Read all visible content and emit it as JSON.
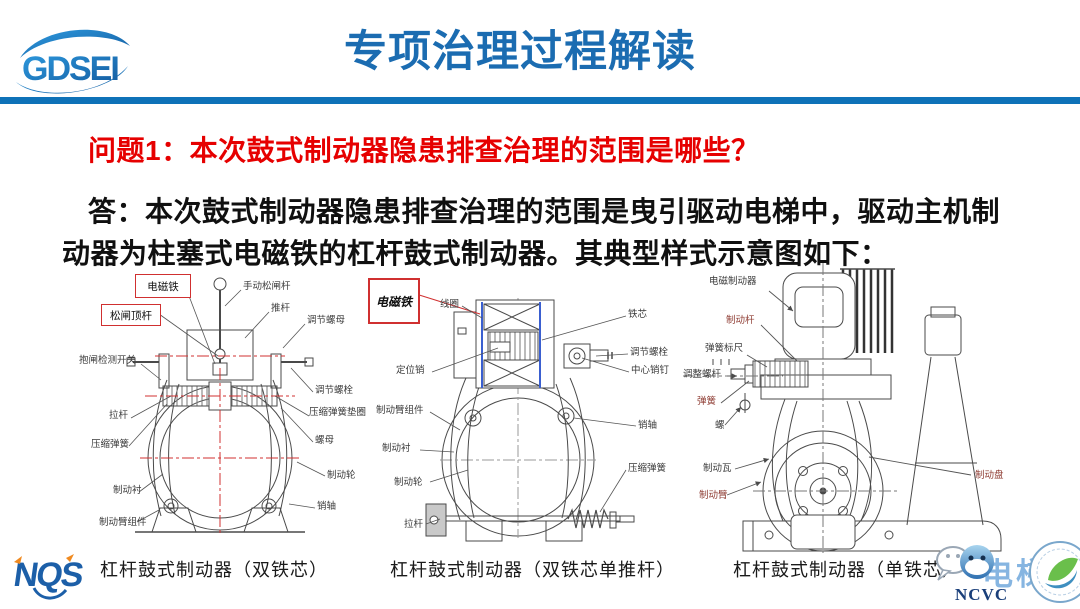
{
  "header": {
    "logo": "GDSEI",
    "title": "专项治理过程解读"
  },
  "question": "问题1：本次鼓式制动器隐患排查治理的范围是哪些？",
  "answer": {
    "line1": "答：本次鼓式制动器隐患排查治理的范围是曳引驱动电梯中，驱动主机制",
    "line2": "动器为柱塞式电磁铁的杠杆鼓式制动器。其典型样式示意图如下："
  },
  "diagrams": [
    {
      "caption": "杠杆鼓式制动器（双铁芯）",
      "boxed": [
        "电磁铁",
        "松闸顶杆"
      ],
      "labels": [
        "手动松闸杆",
        "推杆",
        "调节螺母",
        "抱闸检测开关",
        "调节螺栓",
        "压缩弹簧垫圈",
        "拉杆",
        "压缩弹簧",
        "螺母",
        "制动轮",
        "制动衬",
        "销轴",
        "制动臂组件"
      ]
    },
    {
      "caption": "杠杆鼓式制动器（双铁芯单推杆）",
      "boxed": [
        "电磁铁"
      ],
      "labels": [
        "线圈",
        "铁芯",
        "调节螺栓",
        "中心销钉",
        "定位销",
        "制动臂组件",
        "销轴",
        "制动衬",
        "制动轮",
        "压缩弹簧",
        "拉杆"
      ]
    },
    {
      "caption": "杠杆鼓式制动器（单铁芯）",
      "boxed": [],
      "labels": [
        "电磁制动器",
        "制动杆",
        "弹簧标尺",
        "调整螺杆",
        "弹簧",
        "螺",
        "制动瓦",
        "制动臂",
        "制动盘"
      ]
    }
  ],
  "footer": {
    "nqs": "NQS",
    "ncvc": "NCVC",
    "watermark": "电梯"
  },
  "colors": {
    "accent": "#1b6cb1",
    "rule": "#0e72b8",
    "red": "#e60000",
    "boxred": "#d03030",
    "maroon": "#8e3b32",
    "label": "#3a3a3a",
    "line": "#4a4a4a",
    "centerline": "#d03030",
    "ncvc": "#1a3f7a",
    "logoOrange": "#f08a20",
    "green": "#6abf4b",
    "watermark": "#79aede"
  }
}
